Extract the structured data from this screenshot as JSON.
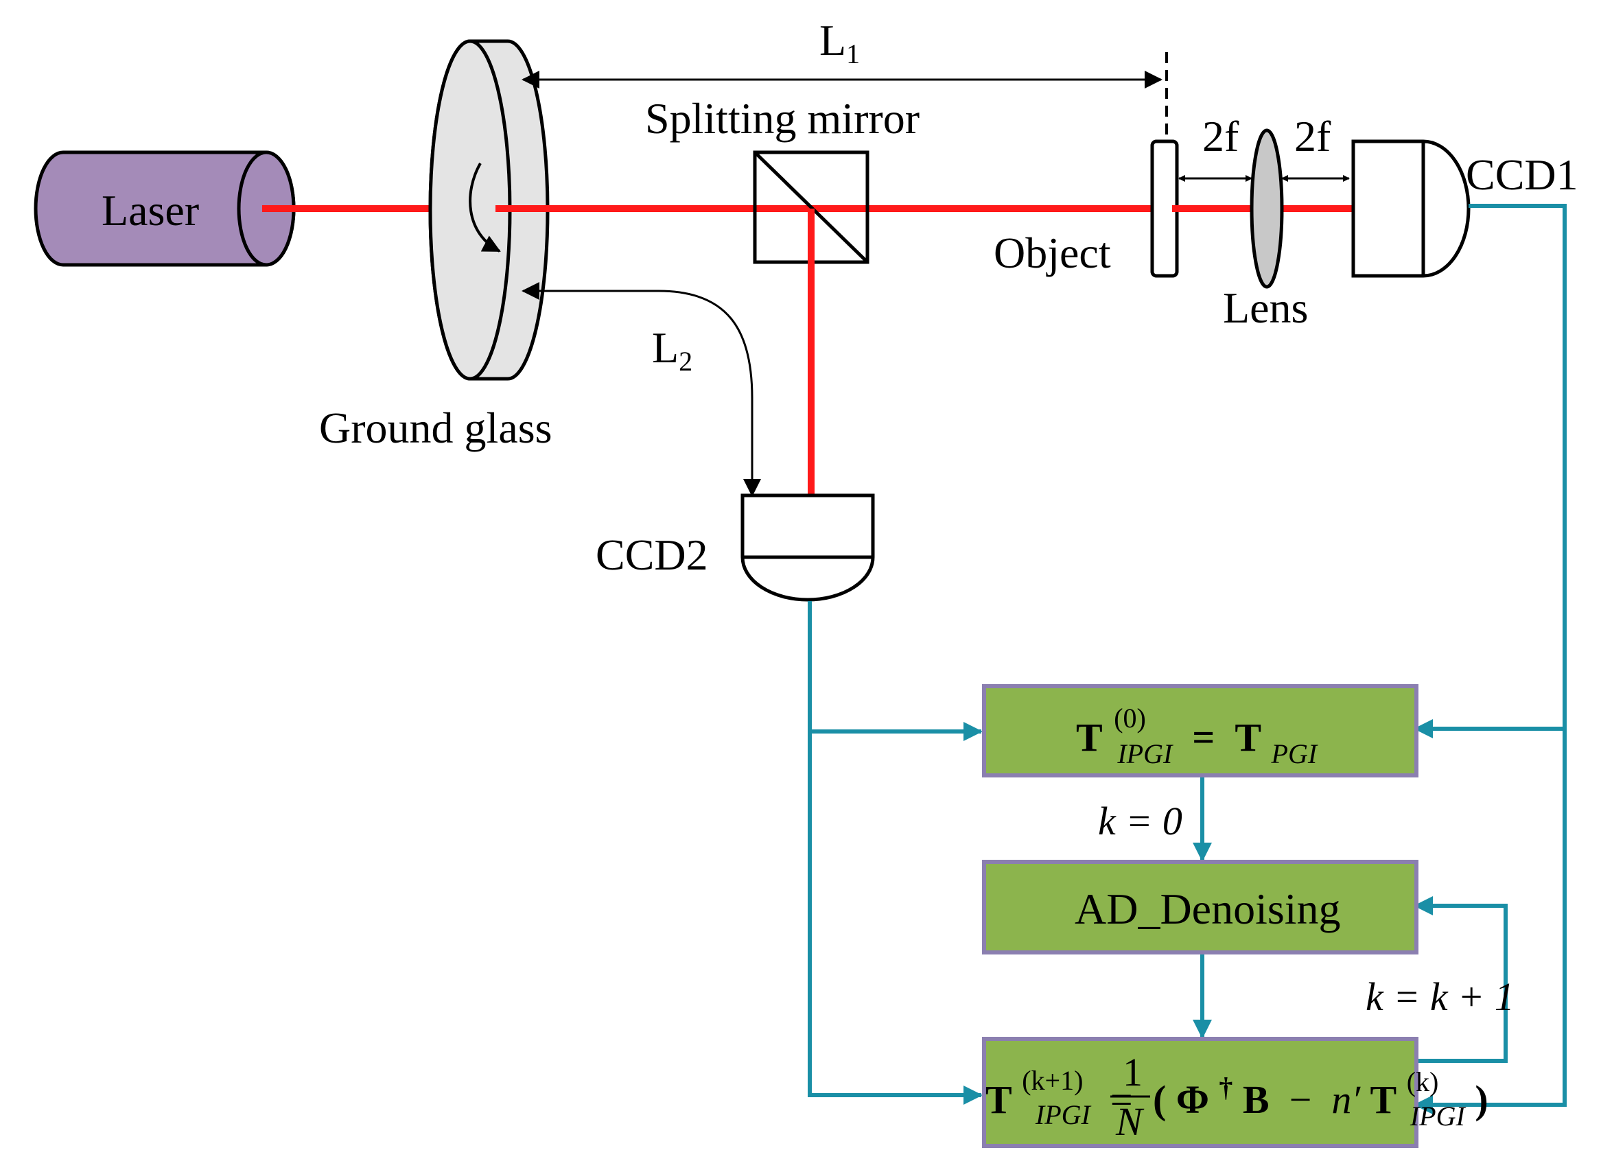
{
  "labels": {
    "laser": "Laser",
    "ground_glass": "Ground glass",
    "splitting_mirror": "Splitting mirror",
    "object": "Object",
    "lens": "Lens",
    "ccd1": "CCD1",
    "ccd2": "CCD2",
    "l1_base": "L",
    "l1_sub": "1",
    "l2_base": "L",
    "l2_sub": "2",
    "dist_left": "2f",
    "dist_right": "2f"
  },
  "flow": {
    "init": {
      "lhs": "T",
      "sup": "(0)",
      "sub": "IPGI",
      "eq": " = ",
      "rhs": "T",
      "rhs_sub": "PGI"
    },
    "k_init": "k = 0",
    "denoise": "AD_Denoising",
    "k_step": "k = k + 1",
    "update": {
      "lhs": "T",
      "sup": "(k+1)",
      "sub": "IPGI",
      "eq": " = ",
      "num": "1",
      "den": "N",
      "open": "(",
      "phi": "Φ",
      "dagger": "†",
      "b": "B",
      "minus": " − ",
      "n": "n′",
      "t": "T",
      "t_sup": "(k)",
      "t_sub": "IPGI",
      "close": ")"
    }
  },
  "colors": {
    "beam": "#ff1a1a",
    "wire": "#1a8fa6",
    "laser_fill": "#a48bb8",
    "glass_fill": "#e4e4e4",
    "box_fill": "#8cb44d",
    "box_border": "#8b7fb0"
  }
}
